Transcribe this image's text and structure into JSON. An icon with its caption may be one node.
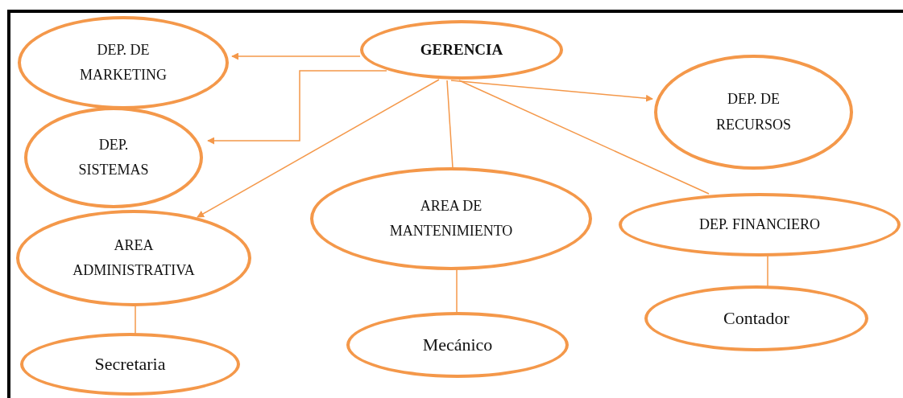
{
  "diagram": {
    "nodes": [
      {
        "text": [
          "GERENCIA"
        ]
      },
      {
        "text": [
          "DEP. DE MARKETING"
        ]
      },
      {
        "text": [
          "DEP. SISTEMAS"
        ]
      },
      {
        "text": [
          "DEP. DE RECURSOS"
        ]
      },
      {
        "text": [
          "AREA ADMINISTRATIVA"
        ]
      },
      {
        "text": [
          "AREA DE MANTENIMIENTO"
        ]
      },
      {
        "text": [
          "DEP. FINANCIERO"
        ]
      },
      {
        "text": [
          "Secretaria"
        ]
      },
      {
        "text": [
          "Mecánico"
        ]
      },
      {
        "text": [
          "Contador"
        ]
      }
    ],
    "edges": [
      {
        "from": 0,
        "to": 1,
        "arrow": "to"
      },
      {
        "from": 0,
        "to": 2,
        "arrow": "to"
      },
      {
        "from": 0,
        "to": 4,
        "arrow": "to"
      },
      {
        "from": 0,
        "to": 3,
        "arrow": "to"
      },
      {
        "from": 0,
        "to": 5,
        "arrow": "none"
      },
      {
        "from": 0,
        "to": 6,
        "arrow": "none"
      },
      {
        "from": 4,
        "to": 7,
        "arrow": "none"
      },
      {
        "from": 5,
        "to": 8,
        "arrow": "none"
      },
      {
        "from": 6,
        "to": 9,
        "arrow": "none"
      }
    ]
  }
}
